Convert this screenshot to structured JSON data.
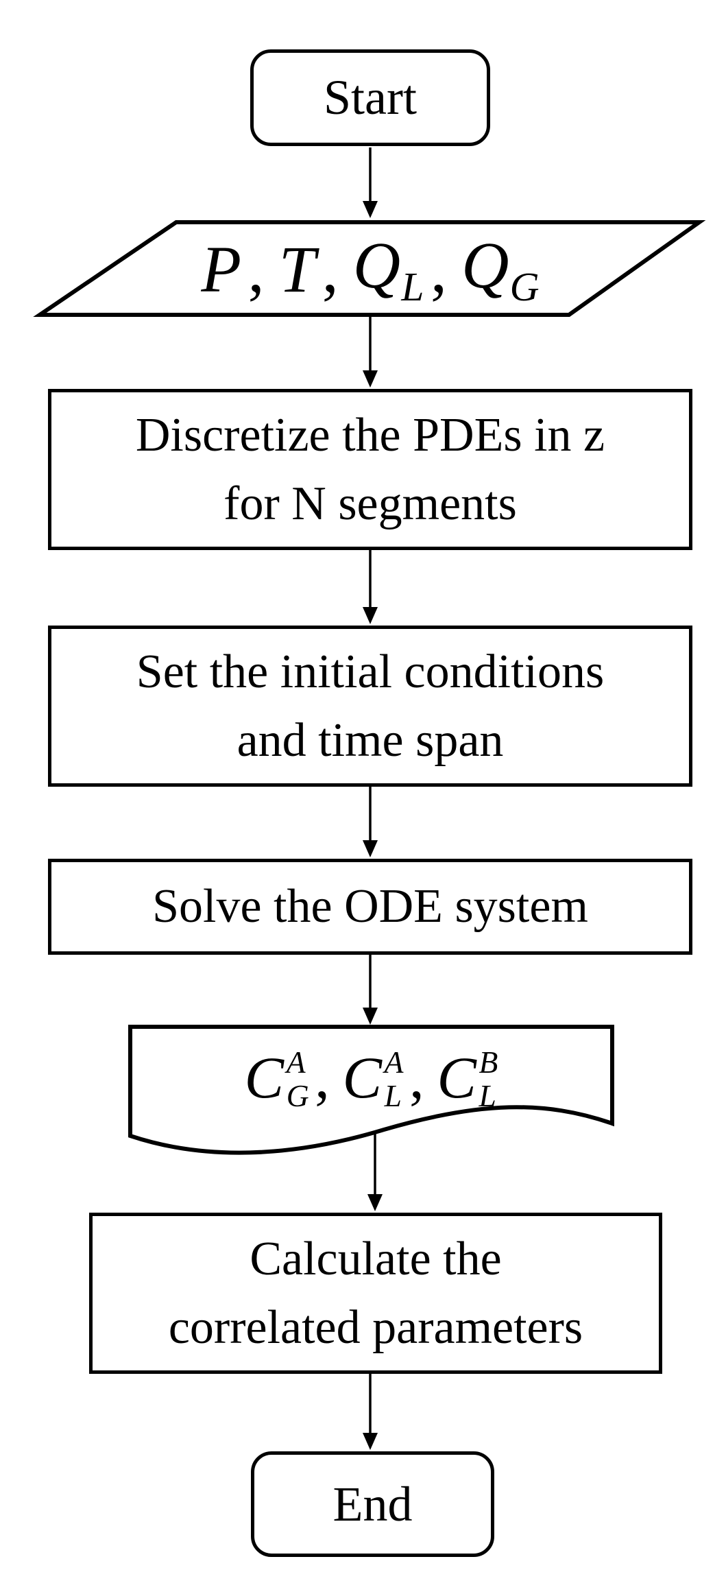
{
  "colors": {
    "ink": "#000000",
    "background": "#ffffff"
  },
  "flowchart": {
    "nodes": {
      "start": {
        "type": "terminator",
        "label": "Start"
      },
      "input": {
        "type": "io-parallelogram",
        "separator": ",",
        "tokens": [
          {
            "base": "P"
          },
          {
            "base": "T"
          },
          {
            "base": "Q",
            "sub": "L"
          },
          {
            "base": "Q",
            "sub": "G"
          }
        ]
      },
      "discretize": {
        "type": "process",
        "line1": "Discretize the PDEs in z",
        "line2": "for N segments"
      },
      "set_initial": {
        "type": "process",
        "line1": "Set the initial conditions",
        "line2": "and time span"
      },
      "solve": {
        "type": "process",
        "label": "Solve the ODE system"
      },
      "output": {
        "type": "document",
        "separator": ",",
        "tokens": [
          {
            "base": "C",
            "sup": "A",
            "sub": "G"
          },
          {
            "base": "C",
            "sup": "A",
            "sub": "L"
          },
          {
            "base": "C",
            "sup": "B",
            "sub": "L"
          }
        ]
      },
      "calculate": {
        "type": "process",
        "line1": "Calculate the",
        "line2": "correlated parameters"
      },
      "end": {
        "type": "terminator",
        "label": "End"
      }
    },
    "edges": [
      {
        "from": "start",
        "to": "input"
      },
      {
        "from": "input",
        "to": "discretize"
      },
      {
        "from": "discretize",
        "to": "set_initial"
      },
      {
        "from": "set_initial",
        "to": "solve"
      },
      {
        "from": "solve",
        "to": "output"
      },
      {
        "from": "output",
        "to": "calculate"
      },
      {
        "from": "calculate",
        "to": "end"
      }
    ]
  }
}
